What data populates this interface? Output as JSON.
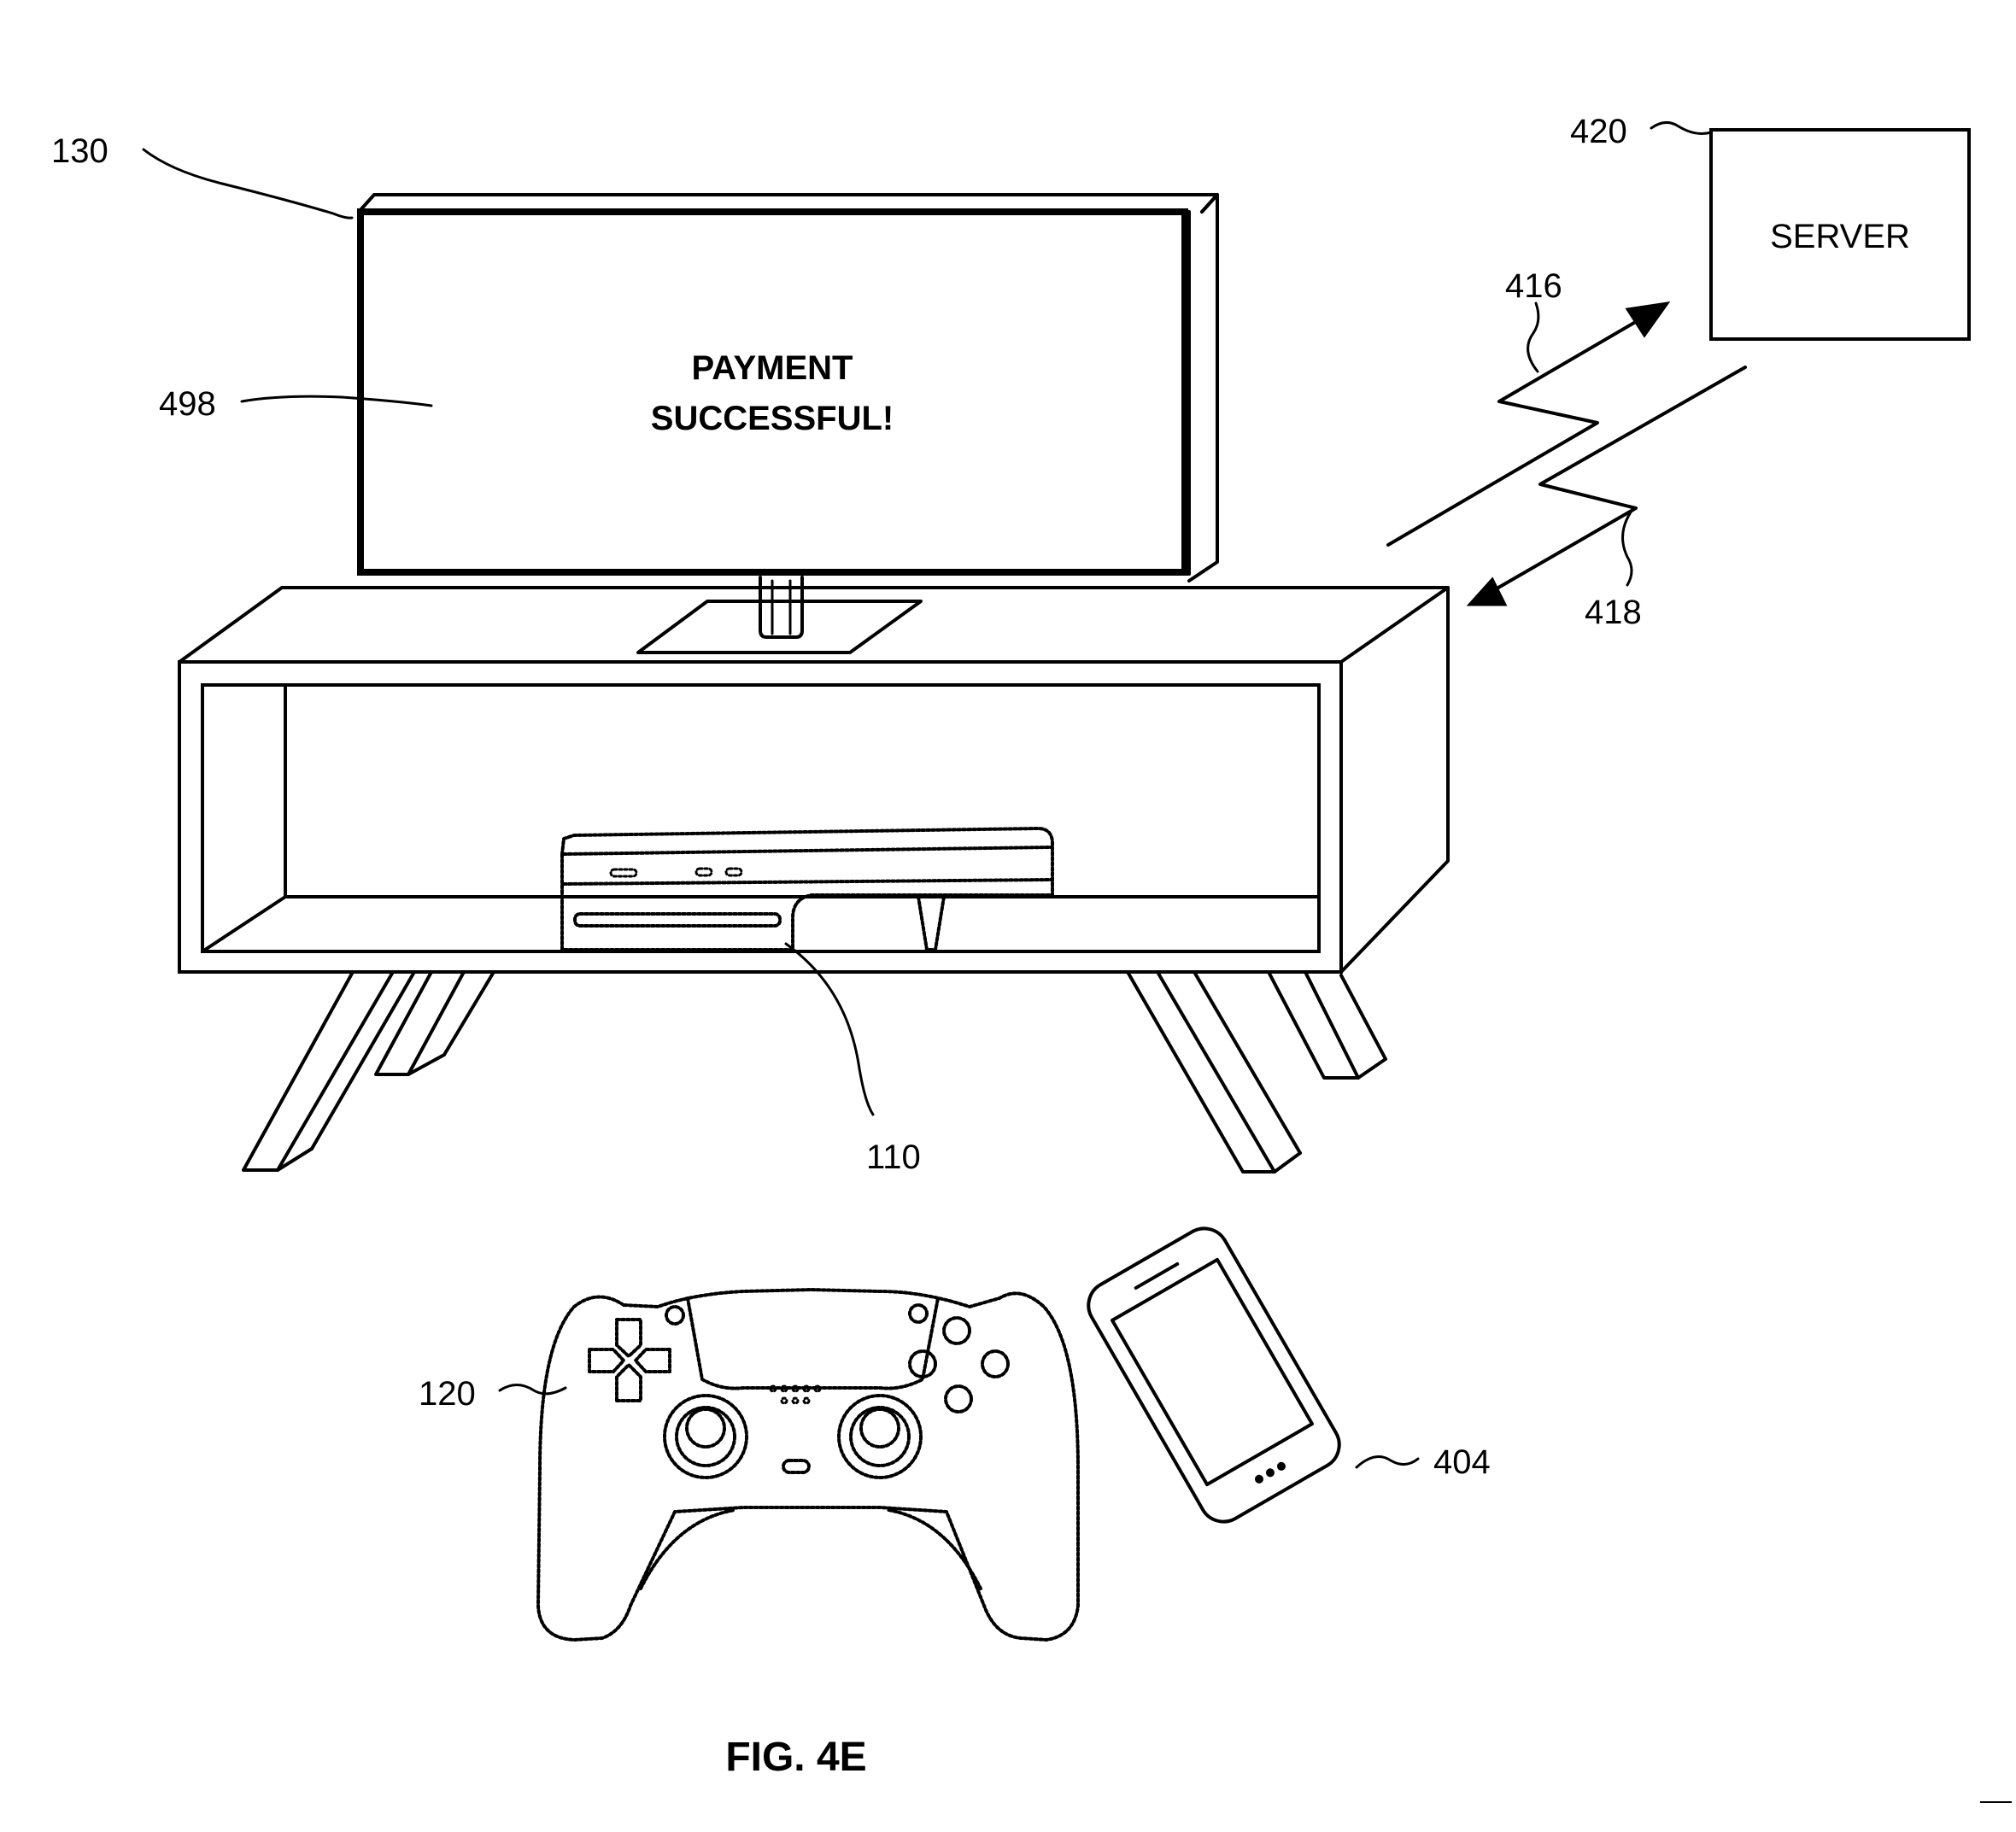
{
  "figure_label": "FIG. 4E",
  "screen_message": {
    "line1": "PAYMENT",
    "line2": "SUCCESSFUL!"
  },
  "server_label": "SERVER",
  "reference_numerals": {
    "display": "130",
    "screen_content": "498",
    "console": "110",
    "controller": "120",
    "phone": "404",
    "server": "420",
    "uplink": "416",
    "downlink": "418"
  }
}
